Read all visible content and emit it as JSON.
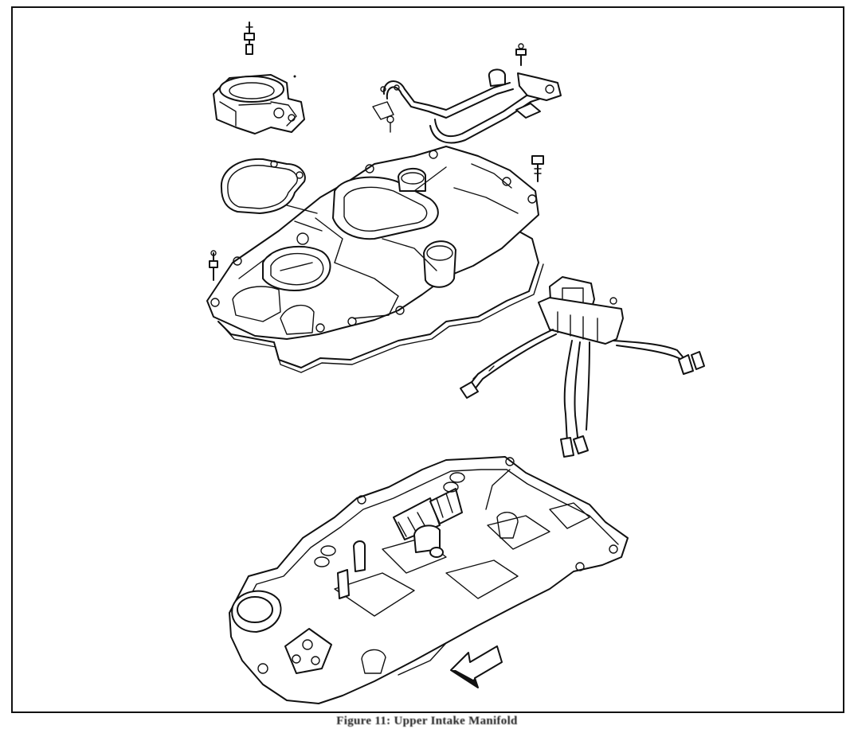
{
  "figure": {
    "caption": "Figure 11: Upper Intake Manifold"
  },
  "parts": [
    "upper-bolt",
    "throttle-body",
    "fuel-rail",
    "fuel-rail-bolt",
    "throttle-body-gasket",
    "upper-intake-manifold",
    "manifold-bolt",
    "left-stud",
    "upper-manifold-gasket",
    "injector-harness",
    "lower-intake-manifold",
    "front-direction-arrow"
  ]
}
